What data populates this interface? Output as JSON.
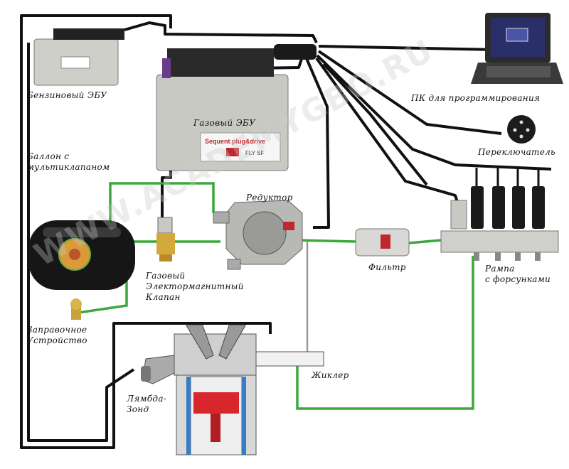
{
  "labels": {
    "petrol_ecu": "Бензиновый ЭБУ",
    "gas_ecu": "Газовый ЭБУ",
    "pc": "ПК для программирования",
    "switch": "Переключатель",
    "tank_line1": "Баллон с",
    "tank_line2": "мультиклапаном",
    "reducer": "Редуктор",
    "filter": "Фильтр",
    "rail_line1": "Рампа",
    "rail_line2": "с форсунками",
    "valve_line1": "Газовый",
    "valve_line2": "Электормагнитный",
    "valve_line3": "Клапан",
    "filler_line1": "Заправочное",
    "filler_line2": "Устройство",
    "jet": "Жиклер",
    "lambda_line1": "Лямбда-",
    "lambda_line2": "Зонд"
  },
  "ecu_badge": {
    "brand": "Sequent plug&drive",
    "model": "FLY SF"
  },
  "watermark": "WWW.ACADEMYGBO.RU",
  "colors": {
    "wire": "#111111",
    "gas_pipe": "#3aa83a",
    "ecu_body": "#c9c9c4",
    "injector": "#1a1a1a"
  }
}
